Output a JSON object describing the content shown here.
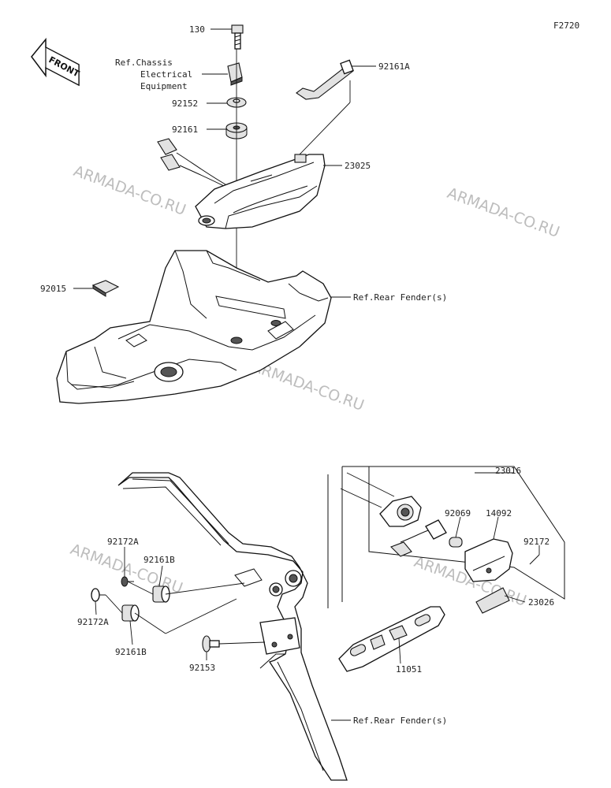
{
  "figure_code": "F2720",
  "front_arrow": "FRONT",
  "watermarks": [
    "ARMADA-CO.RU",
    "ARMADA-CO.RU",
    "ARMADA-CO.RU",
    "ARMADA-CO.RU",
    "ARMADA-CO.RU"
  ],
  "labels": {
    "p130": "130",
    "ref_chassis_1": "Ref.Chassis",
    "ref_chassis_2": "Electrical",
    "ref_chassis_3": "Equipment",
    "p92161A": "92161A",
    "p92152": "92152",
    "p92161": "92161",
    "p23025": "23025",
    "p92015": "92015",
    "ref_rear_fender_top": "Ref.Rear Fender(s)",
    "p23016": "23016",
    "p92069": "92069",
    "p14092": "14092",
    "p92172": "92172",
    "p92172A_top": "92172A",
    "p92161B_top": "92161B",
    "p92172A_bottom": "92172A",
    "p92161B_bottom": "92161B",
    "p23026": "23026",
    "p92153": "92153",
    "p11051": "11051",
    "ref_rear_fender_bottom": "Ref.Rear Fender(s)"
  }
}
